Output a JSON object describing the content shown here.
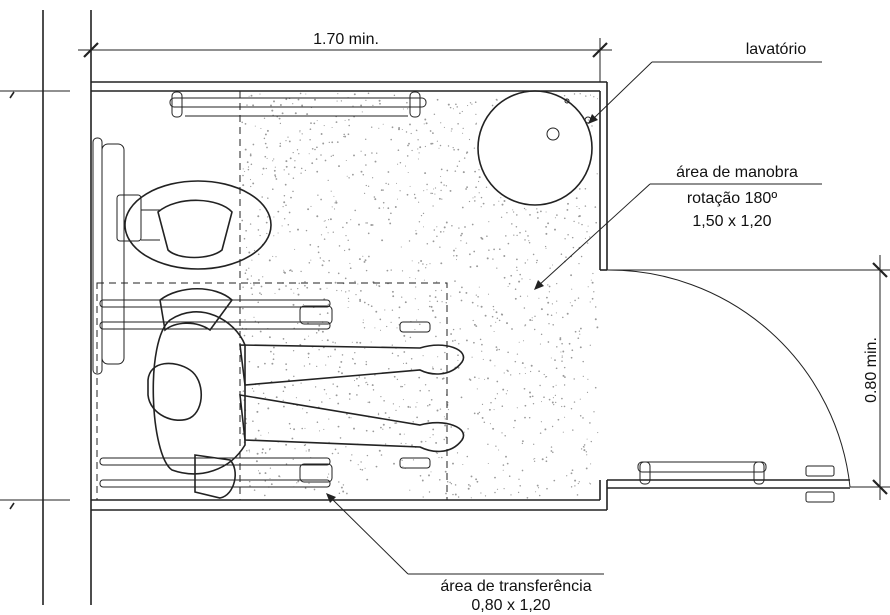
{
  "dimensions": {
    "width_label": "1.70 min.",
    "door_label": "0.80 min."
  },
  "labels": {
    "lavatorio": "lavatório",
    "manobra_title": "área de manobra",
    "manobra_rotation": "rotação 180º",
    "manobra_size": "1,50 x 1,20",
    "transfer_title": "área de transferência",
    "transfer_size": "0,80 x 1,20"
  }
}
